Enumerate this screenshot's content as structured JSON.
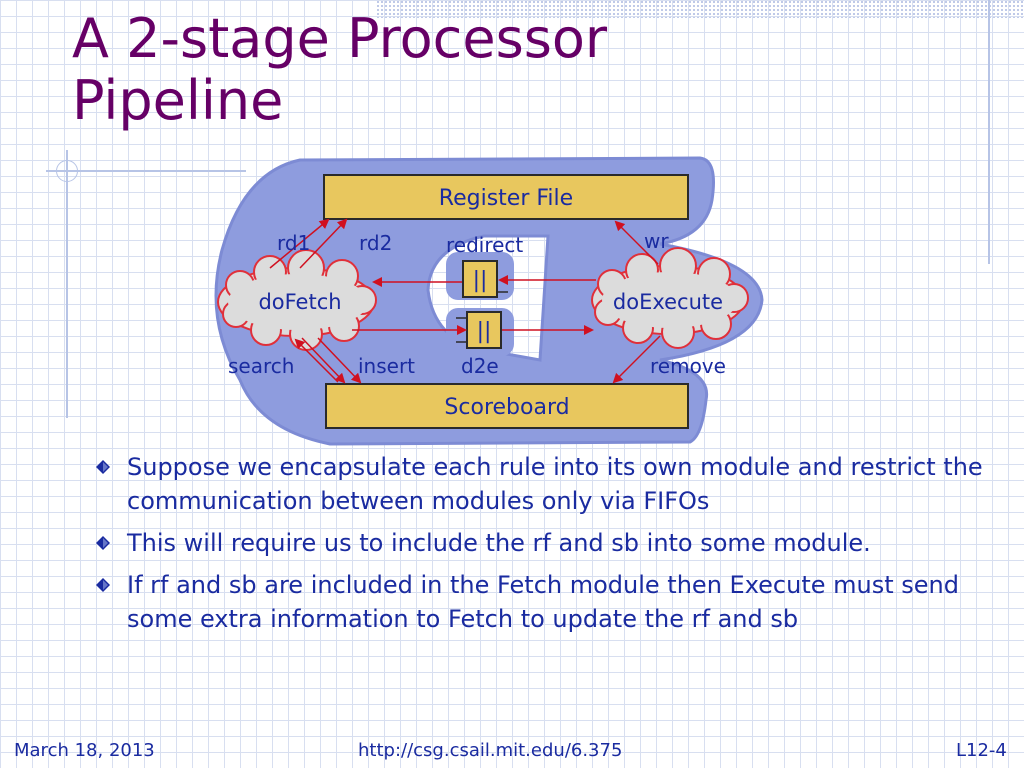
{
  "slide": {
    "title_line1": "A 2-stage Processor",
    "title_line2": "Pipeline"
  },
  "diagram": {
    "register_file": "Register File",
    "scoreboard": "Scoreboard",
    "do_fetch": "doFetch",
    "do_execute": "doExecute",
    "fifo_symbol": "||",
    "labels": {
      "rd1": "rd1",
      "rd2": "rd2",
      "redirect": "redirect",
      "wr": "wr",
      "search": "search",
      "insert": "insert",
      "d2e": "d2e",
      "remove": "remove"
    },
    "colors": {
      "background_blob": "#8e9cde",
      "box_fill": "#e8c75e",
      "cloud_fill": "#dcdcdc",
      "cloud_stroke": "#e0303a",
      "arrow": "#d01020"
    }
  },
  "bullets": [
    "Suppose we encapsulate each rule into its own module and restrict the communication between modules only via FIFOs",
    "This will require us to include the rf and sb into some module.",
    "If rf and sb are included in the Fetch module then Execute must send some extra information to Fetch to update the rf and sb"
  ],
  "footer": {
    "date": "March 18, 2013",
    "url": "http://csg.csail.mit.edu/6.375",
    "slide_number": "L12-4"
  },
  "colors": {
    "title": "#660066",
    "text": "#1a2ba0",
    "bullet": "#1a2ba0"
  },
  "icons": {
    "bullet": "diamond-icon"
  }
}
